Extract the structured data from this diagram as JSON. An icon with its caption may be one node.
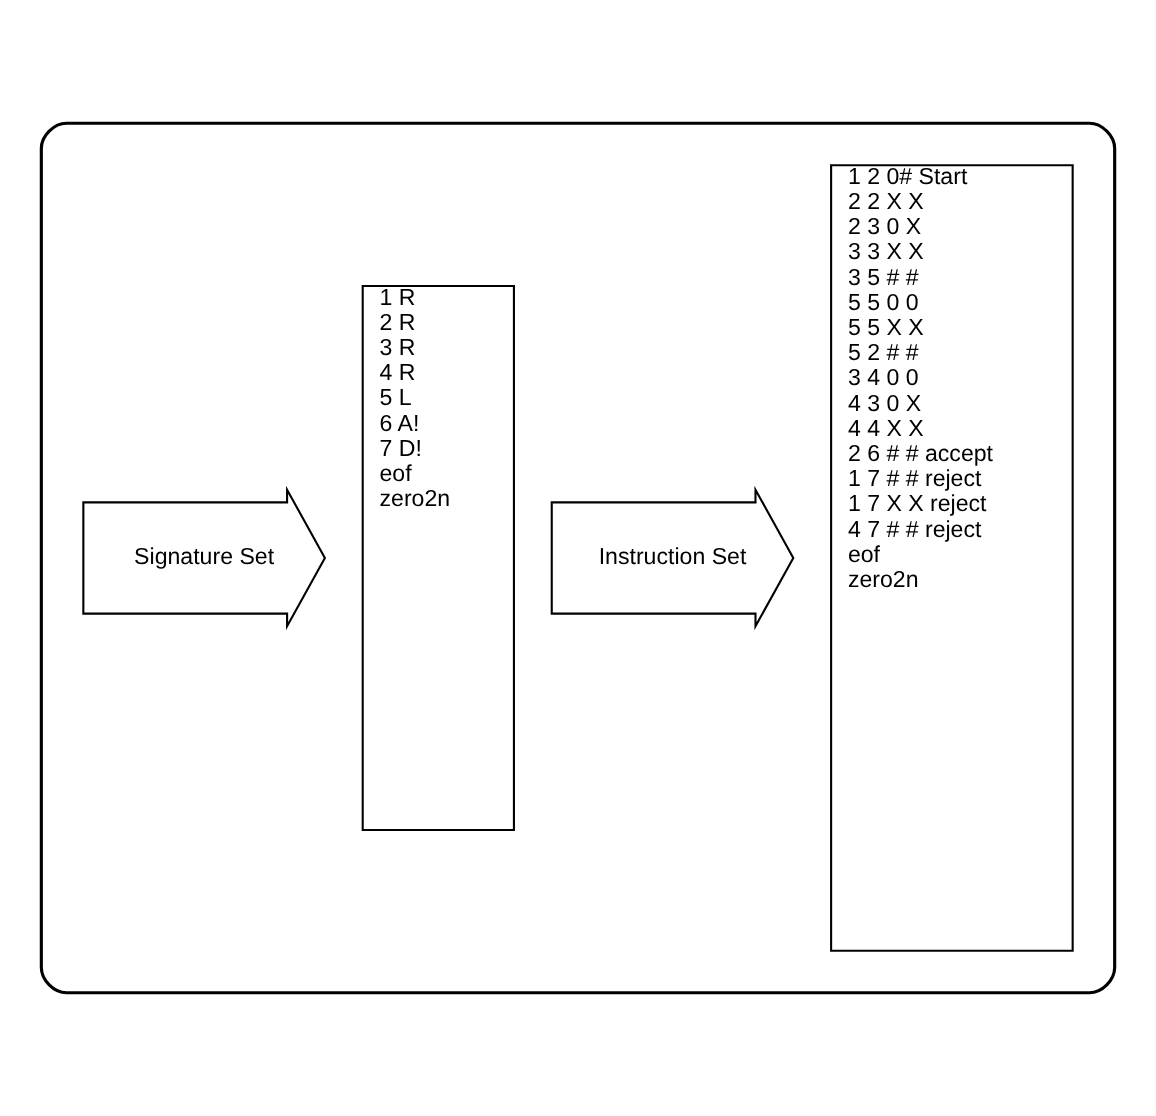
{
  "diagram": {
    "nodes": [
      {
        "text": [],
        "shape": "box"
      },
      {
        "text": [
          "Signature Set"
        ],
        "in": 0
      },
      {
        "text": [
          "1 R",
          "2 R",
          "3 R",
          "4 R",
          "5 L",
          "6 A!",
          "7 D!",
          "eof",
          "zero2n"
        ],
        "in": 0
      },
      {
        "text": [
          "Instruction Set"
        ],
        "in": 0
      },
      {
        "text": [
          "1 2 0# Start",
          "2 2 X X",
          "2 3 0 X",
          "3 3 X X",
          "3 5 # #",
          "5 5 0 0",
          "5 5 X X",
          "5 2 # #",
          "3 4 0 0",
          "4 3 0 X",
          "4 4 X X",
          "2 6 # # accept",
          "1 7 # # reject",
          "1 7 X X reject",
          "4 7 # # reject",
          "eof",
          "zero2n"
        ],
        "in": 0
      }
    ],
    "edges": []
  }
}
